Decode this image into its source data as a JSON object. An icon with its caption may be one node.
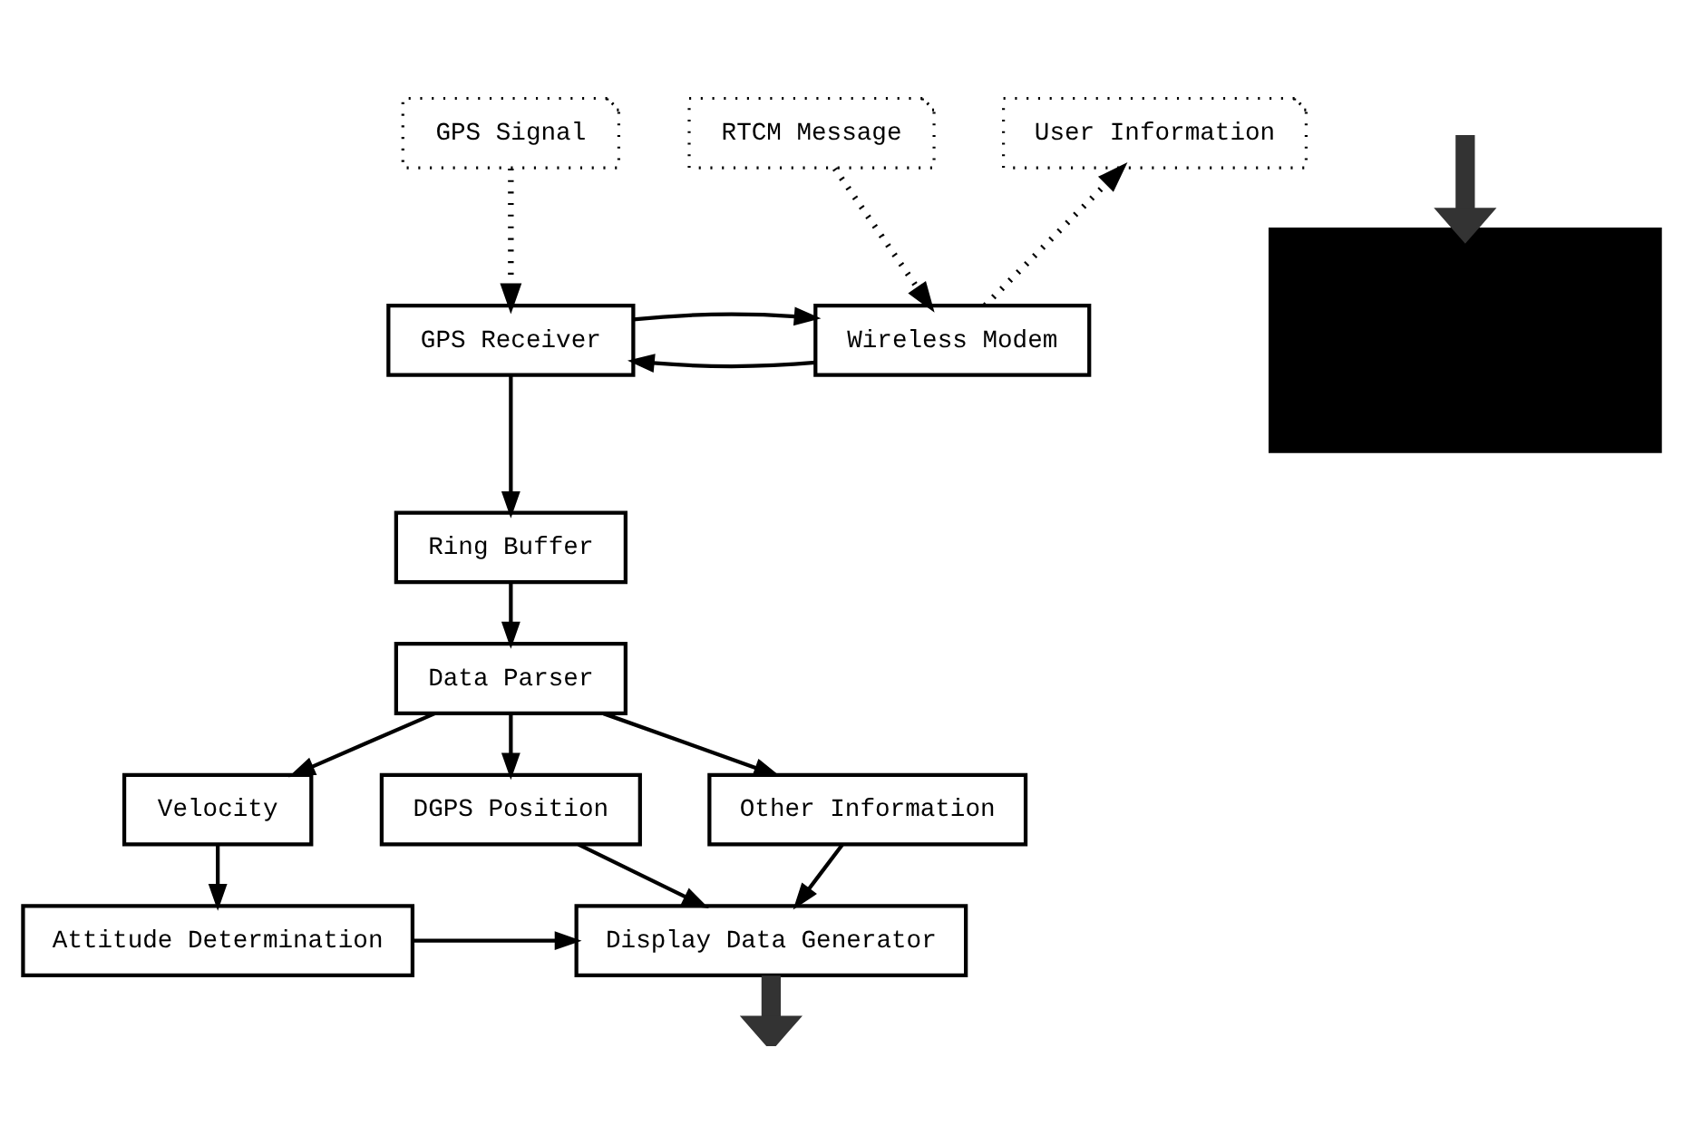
{
  "diagram": {
    "nodes": [
      {
        "text": [
          "GPS Signal"
        ]
      },
      {
        "text": [
          "RTCM Message"
        ]
      },
      {
        "text": [
          "User Information"
        ]
      },
      {
        "text": [
          "GPS Receiver"
        ]
      },
      {
        "text": [
          "Wireless Modem"
        ]
      },
      {
        "text": [
          "Ring Buffer"
        ]
      },
      {
        "text": [
          "Data Parser"
        ]
      },
      {
        "text": [
          "Velocity"
        ]
      },
      {
        "text": [
          "DGPS Position"
        ]
      },
      {
        "text": [
          "Other Information"
        ]
      },
      {
        "text": [
          "Attitude Determination"
        ]
      },
      {
        "text": [
          "Display Data Generator"
        ]
      },
      {
        "text": [],
        "shape": "box"
      }
    ],
    "edges": [
      {
        "from": 0,
        "to": 3,
        "arrow": "to",
        "style": "dashed"
      },
      {
        "from": 1,
        "to": 4,
        "arrow": "to",
        "style": "dashed"
      },
      {
        "from": 4,
        "to": 2,
        "arrow": "to",
        "style": "dashed"
      },
      {
        "from": 4,
        "to": 3,
        "arrow": "to"
      },
      {
        "from": 3,
        "to": 5,
        "arrow": "to"
      },
      {
        "from": 3,
        "to": 4,
        "arrow": "to"
      },
      {
        "from": 5,
        "to": 6,
        "arrow": "to"
      },
      {
        "from": 6,
        "to": 7,
        "arrow": "to"
      },
      {
        "from": 6,
        "to": 8,
        "arrow": "to"
      },
      {
        "from": 6,
        "to": 9,
        "arrow": "to"
      },
      {
        "from": 7,
        "to": 10,
        "arrow": "to"
      },
      {
        "from": 8,
        "to": 11,
        "arrow": "to"
      },
      {
        "from": 9,
        "to": 11,
        "arrow": "to"
      },
      {
        "from": 10,
        "to": 11,
        "arrow": "to"
      },
      {
        "from": 11,
        "to": null,
        "arrow": "to",
        "style": "thick"
      },
      {
        "from": null,
        "to": 12,
        "arrow": "to",
        "style": "thick"
      }
    ]
  }
}
